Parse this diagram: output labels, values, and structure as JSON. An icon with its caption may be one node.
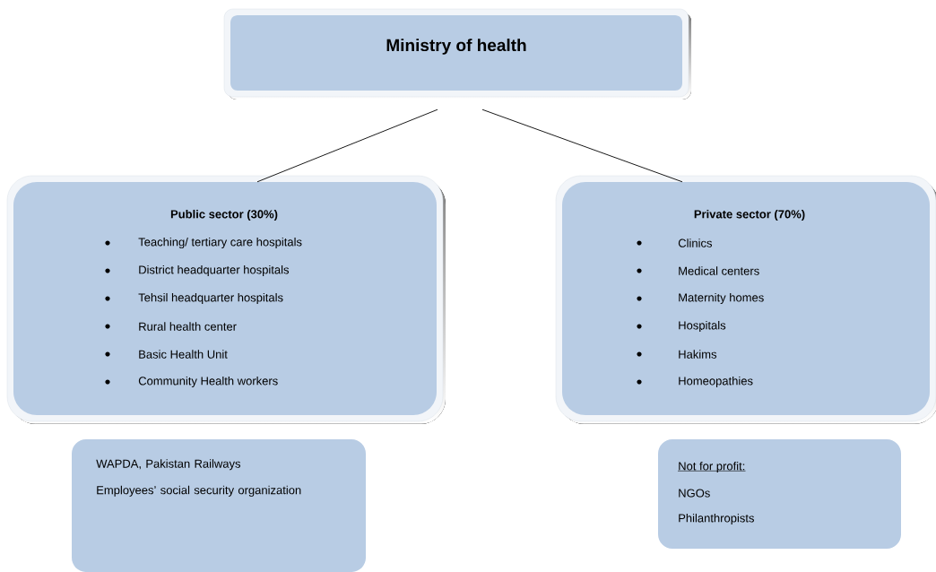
{
  "diagram": {
    "nodes": [
      {
        "text": [
          "Ministry of health"
        ]
      },
      {
        "text": [
          "Public sector (30%)",
          "Teaching/ tertiary care hospitals",
          "District headquarter hospitals",
          "Tehsil headquarter hospitals",
          "Rural health center",
          "Basic Health Unit",
          "Community Health workers"
        ]
      },
      {
        "text": [
          "Private sector (70%)",
          "Clinics",
          "Medical centers",
          "Maternity homes",
          "Hospitals",
          "Hakims",
          "Homeopathies"
        ]
      },
      {
        "text": [
          "WAPDA, Pakistan Railways",
          "Employees’ social security organization"
        ]
      },
      {
        "text": [
          "Not for profit:",
          "NGOs",
          "Philanthropists"
        ]
      }
    ],
    "edges": [
      {
        "from": 0,
        "to": 1,
        "arrow": "none"
      },
      {
        "from": 0,
        "to": 2,
        "arrow": "none"
      }
    ]
  }
}
